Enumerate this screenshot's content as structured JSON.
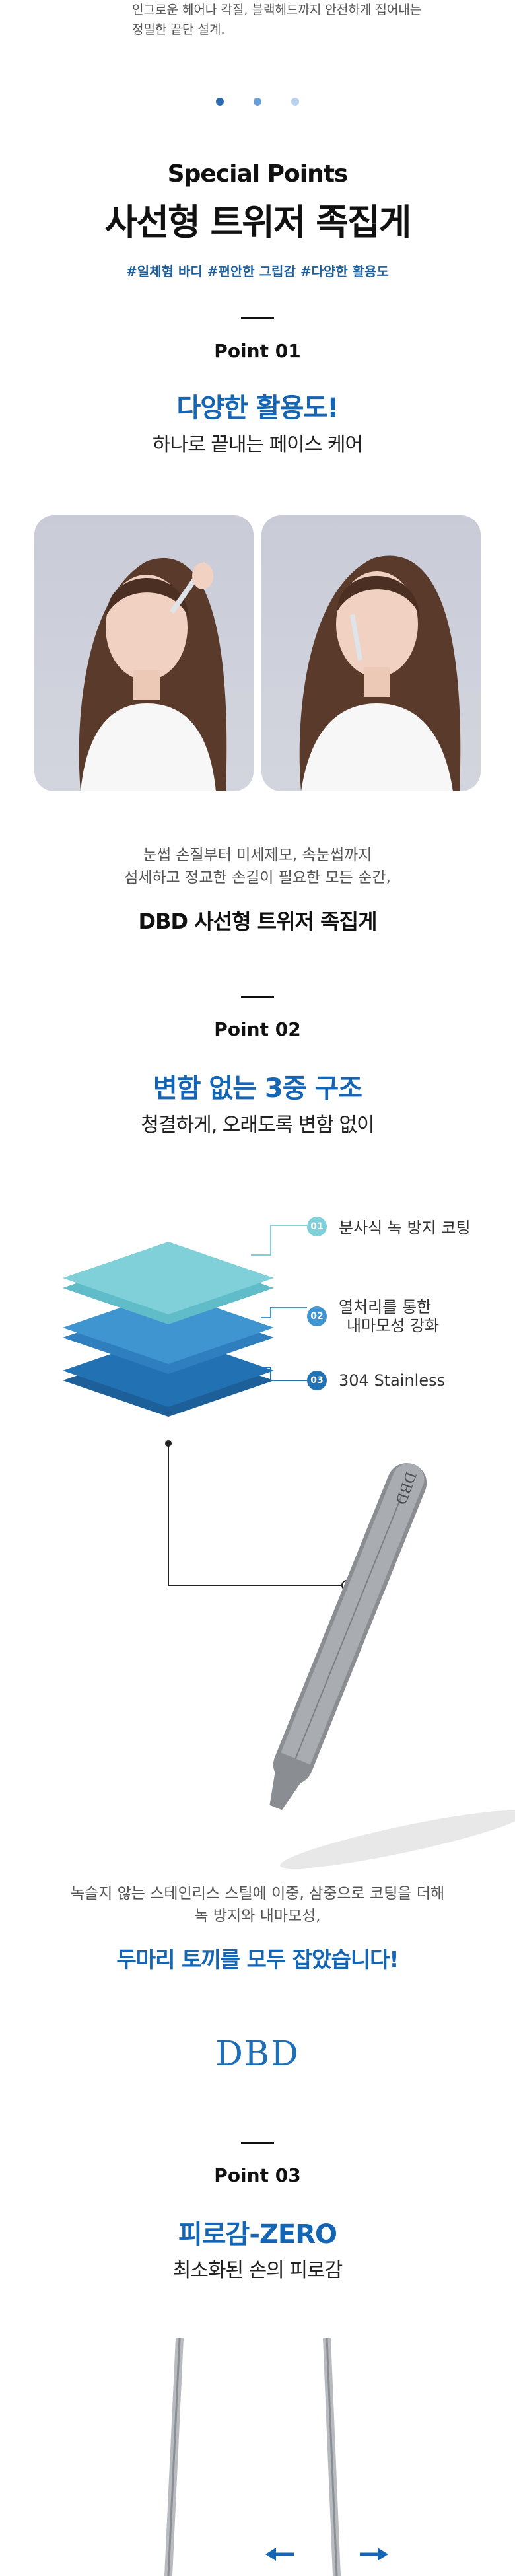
{
  "intro": {
    "line1": "인그로운 헤어나 각질, 블랙헤드까지 안전하게 집어내는",
    "line2": "정밀한 끝단 설계."
  },
  "carousel": {
    "active_color": "#2b6cb0",
    "mid_color": "#6b9fd6",
    "inactive_color": "#b9d3ee"
  },
  "header": {
    "eyebrow": "Special Points",
    "title": "사선형 트위저 족집게",
    "tags": "#일체형 바디 #편안한 그립감 #다양한 활용도"
  },
  "point1": {
    "label": "Point 01",
    "heading": "다양한 활용도!",
    "subheading": "하나로 끝내는 페이스 케어",
    "body_line1": "눈썹 손질부터 미세제모, 속눈썹까지",
    "body_line2": "섬세하고 정교한 손길이 필요한 모든 순간,",
    "closing": "DBD 사선형 트위저 족집게"
  },
  "point2": {
    "label": "Point 02",
    "heading": "변함 없는 3중 구조",
    "subheading": "청결하게, 오래도록 변함 없이",
    "layers": [
      {
        "num": "01",
        "label": "분사식 녹 방지 코팅",
        "label2": "",
        "color": "#7fd0d8"
      },
      {
        "num": "02",
        "label": "열처리를 통한",
        "label2": "내마모성 강화",
        "color": "#3f95cf"
      },
      {
        "num": "03",
        "label": "304 Stainless",
        "label2": "",
        "color": "#2271b3"
      }
    ],
    "tweezer_engraving": "DBD",
    "body_line1": "녹슬지 않는 스테인리스 스틸에 이중, 삼중으로 코팅을 더해",
    "body_line2": "녹 방지와 내마모성,",
    "closing": "두마리 토끼를 모두 잡았습니다!"
  },
  "brand": {
    "logo_text": "DBD",
    "color": "#1e6fb8"
  },
  "point3": {
    "label": "Point 03",
    "heading": "피로감-ZERO",
    "subheading": "최소화된 손의 피로감"
  }
}
